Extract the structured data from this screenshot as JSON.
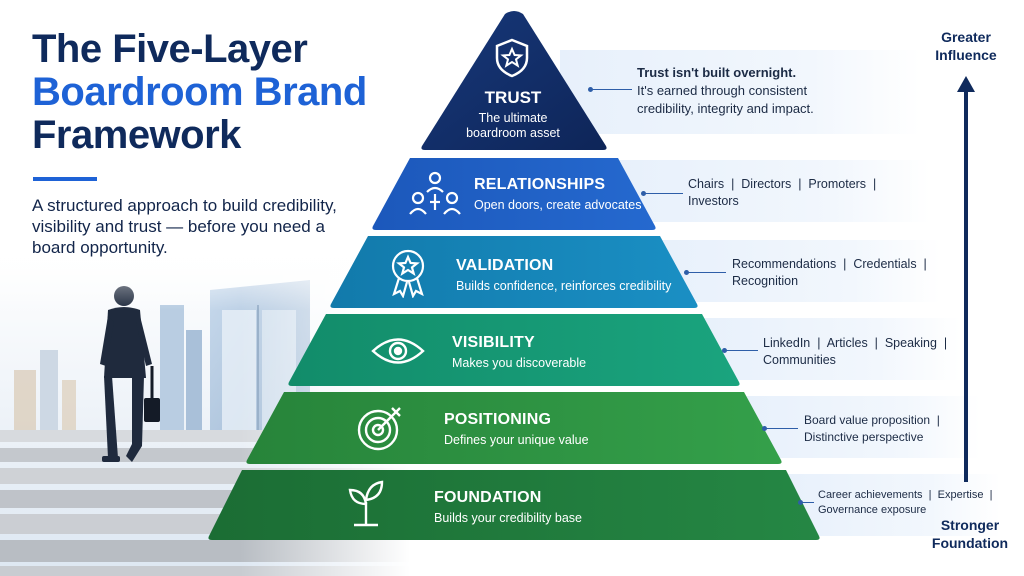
{
  "title": {
    "line1": "The Five-Layer",
    "line2": "Boardroom Brand",
    "line3": "Framework"
  },
  "subtitle": "A structured approach to build credibility, visibility and trust — before you need a board opportunity.",
  "colors": {
    "navy": "#0f2a5c",
    "accent_blue": "#1e62d6",
    "trust": "#13306b",
    "relationships": "#1e5fc0",
    "validation": "#1684b8",
    "visibility": "#159a73",
    "positioning": "#2b8f3e",
    "foundation": "#1f7a3a"
  },
  "layers": {
    "trust": {
      "name": "TRUST",
      "desc_line1": "The ultimate",
      "desc_line2": "boardroom asset",
      "icon": "shield-star-icon",
      "note_head": "Trust isn't built overnight.",
      "note_body": "It's earned through consistent credibility, integrity and impact."
    },
    "relationships": {
      "name": "RELATIONSHIPS",
      "desc": "Open doors, create advocates",
      "icon": "people-network-icon",
      "note": "Chairs  |  Directors  |  Promoters  |  Investors"
    },
    "validation": {
      "name": "VALIDATION",
      "desc": "Builds confidence, reinforces credibility",
      "icon": "award-ribbon-icon",
      "note": "Recommendations  |  Credentials  |  Recognition"
    },
    "visibility": {
      "name": "VISIBILITY",
      "desc": "Makes you discoverable",
      "icon": "eye-icon",
      "note": "LinkedIn  |  Articles  |  Speaking  |  Communities"
    },
    "positioning": {
      "name": "POSITIONING",
      "desc": "Defines your unique value",
      "icon": "target-icon",
      "note": "Board value proposition  |  Distinctive perspective"
    },
    "foundation": {
      "name": "FOUNDATION",
      "desc": "Builds your credibility base",
      "icon": "sprout-icon",
      "note": "Career achievements  |  Expertise  |  Governance exposure"
    }
  },
  "influence": {
    "top": "Greater Influence",
    "bottom": "Stronger Foundation"
  }
}
